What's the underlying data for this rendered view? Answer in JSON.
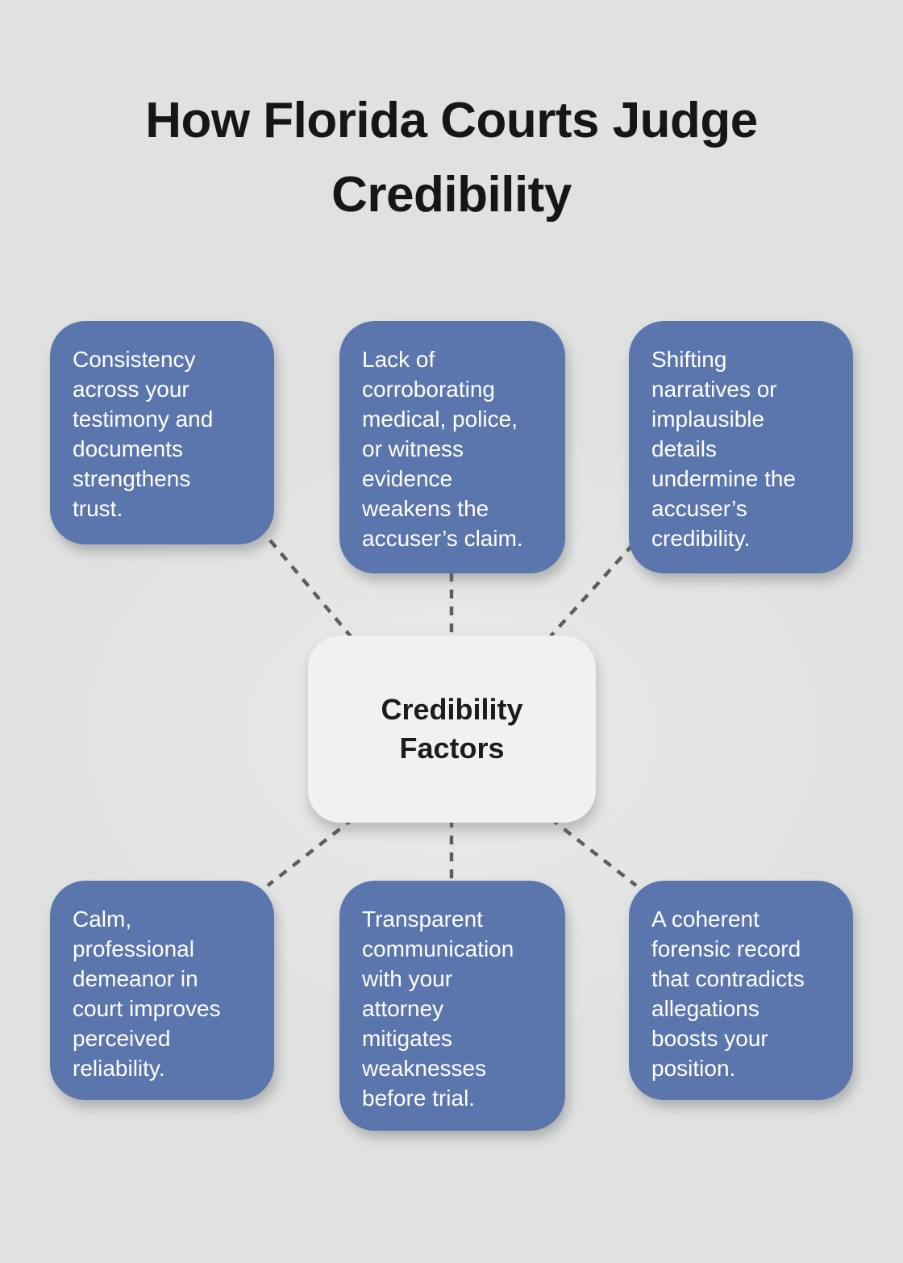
{
  "title": "How Florida Courts Judge\nCredibility",
  "center_node": {
    "label": "Credibility\nFactors"
  },
  "cards": [
    {
      "id": "consistency",
      "text": "Consistency\nacross your\ntestimony and\ndocuments\nstrengthens\ntrust."
    },
    {
      "id": "corroborating-evidence",
      "text": "Lack of\ncorroborating\nmedical, police,\nor witness\nevidence\nweakens the\naccuser’s claim."
    },
    {
      "id": "shifting-narratives",
      "text": "Shifting\nnarratives or\nimplausible\ndetails\nundermine the\naccuser’s\ncredibility."
    },
    {
      "id": "demeanor",
      "text": "Calm,\nprofessional\ndemeanor in\ncourt improves\nperceived\nreliability."
    },
    {
      "id": "communication",
      "text": "Transparent\ncommunication\nwith your\nattorney\nmitigates\nweaknesses\nbefore trial."
    },
    {
      "id": "forensic-record",
      "text": "A coherent\nforensic record\nthat contradicts\nallegations\nboosts your\nposition."
    }
  ],
  "colors": {
    "background": "#e0e2e1",
    "card_fill": "#5b76ad",
    "card_text": "#ffffff",
    "center_fill": "#f0f1f3",
    "center_text": "#1c1c1c",
    "title_text": "#161616",
    "connector": "#5e5e5e"
  }
}
